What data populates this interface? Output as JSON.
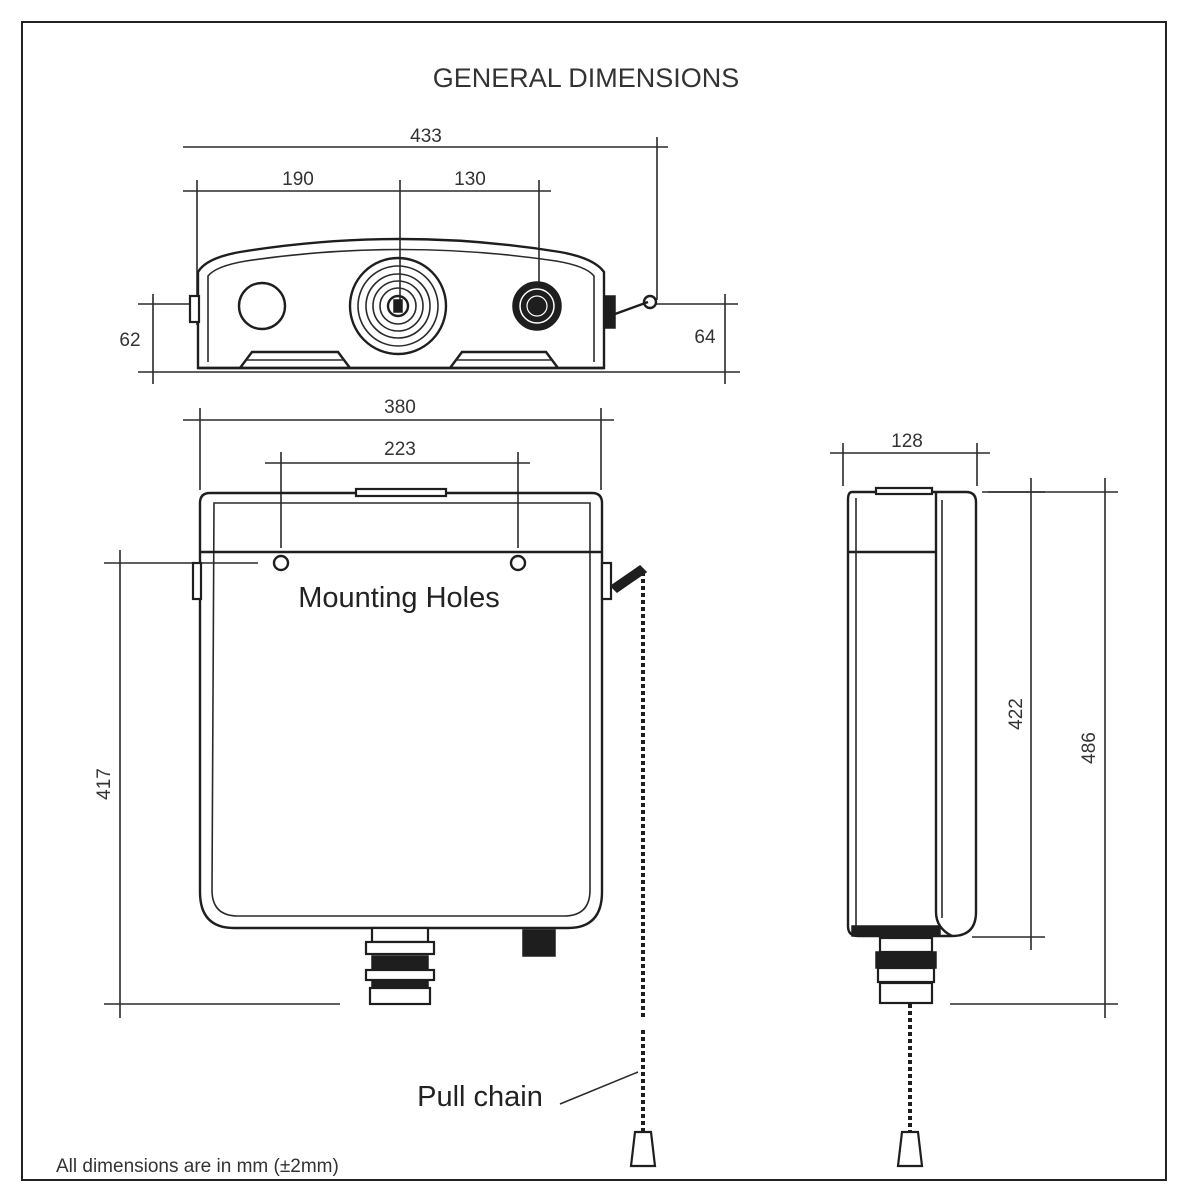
{
  "title": "GENERAL DIMENSIONS",
  "dimensions": {
    "top_overall": "433",
    "top_left": "190",
    "top_right": "130",
    "top_height_left": "62",
    "top_height_right": "64",
    "front_width": "380",
    "front_holes_spacing": "223",
    "front_height": "417",
    "side_depth": "128",
    "side_body_height": "422",
    "side_overall_height": "486"
  },
  "labels": {
    "mounting_holes": "Mounting Holes",
    "pull_chain": "Pull chain"
  },
  "footnote": "All dimensions are in mm (±2mm)"
}
